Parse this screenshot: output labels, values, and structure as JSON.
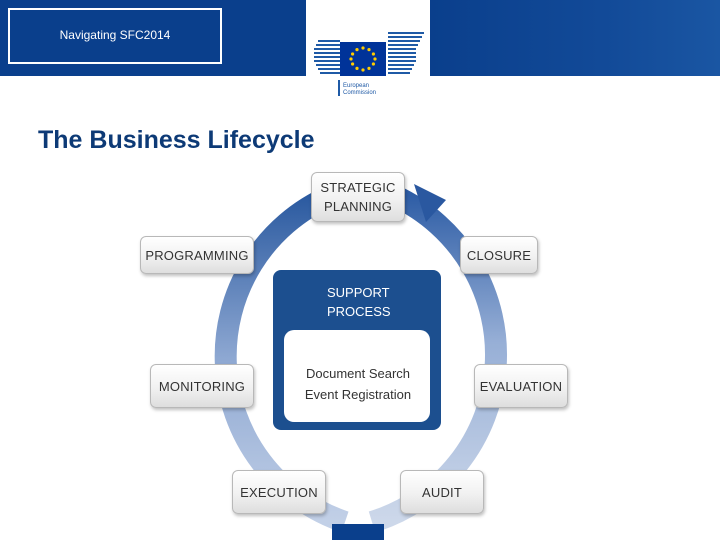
{
  "header": {
    "title": "Navigating SFC2014",
    "logo_text": [
      "European",
      "Commission"
    ]
  },
  "page": {
    "title": "The Business Lifecycle"
  },
  "lifecycle": {
    "strategic_planning": [
      "STRATEGIC",
      "PLANNING"
    ],
    "closure": "CLOSURE",
    "evaluation": "EVALUATION",
    "audit": "AUDIT",
    "execution": "EXECUTION",
    "monitoring": "MONITORING",
    "programming": "PROGRAMMING"
  },
  "center": {
    "support_process": [
      "SUPPORT",
      "PROCESS"
    ],
    "utilities_title": "UTILITIES",
    "utilities_items": [
      "Document Search",
      "Event Registration"
    ]
  },
  "colors": {
    "header_blue": "#0a3f8c",
    "ring_light": "#9bb1d6",
    "ring_dark": "#1f4f95",
    "panel_blue": "#1c4f8f",
    "eu_flag_blue": "#003399",
    "eu_star_yellow": "#ffcc00"
  }
}
